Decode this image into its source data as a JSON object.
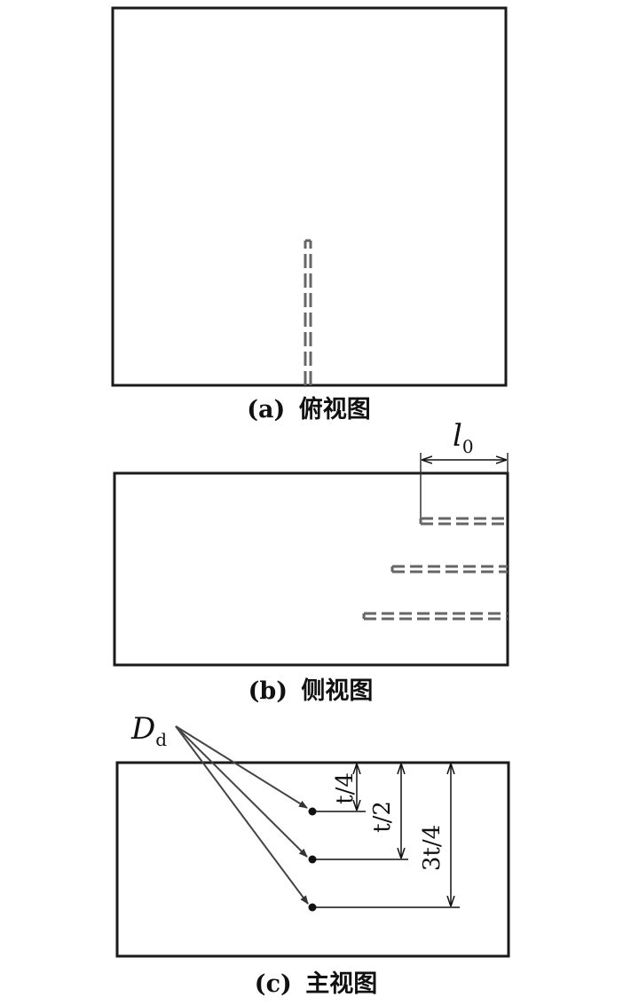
{
  "figure": {
    "views": [
      {
        "id": "a",
        "caption_prefix": "(a)",
        "caption_text": "俯视图"
      },
      {
        "id": "b",
        "caption_prefix": "(b)",
        "caption_text": "侧视图"
      },
      {
        "id": "c",
        "caption_prefix": "(c)",
        "caption_text": "主视图"
      }
    ],
    "side_view": {
      "dimension_label_main": "l",
      "dimension_label_sub": "0"
    },
    "front_view": {
      "defect_label_main": "D",
      "defect_label_sub": "d",
      "depth_labels": [
        "t/4",
        "t/2",
        "3t/4"
      ]
    },
    "colors": {
      "outline": "#1a1a1a",
      "defect": "#666666"
    }
  }
}
